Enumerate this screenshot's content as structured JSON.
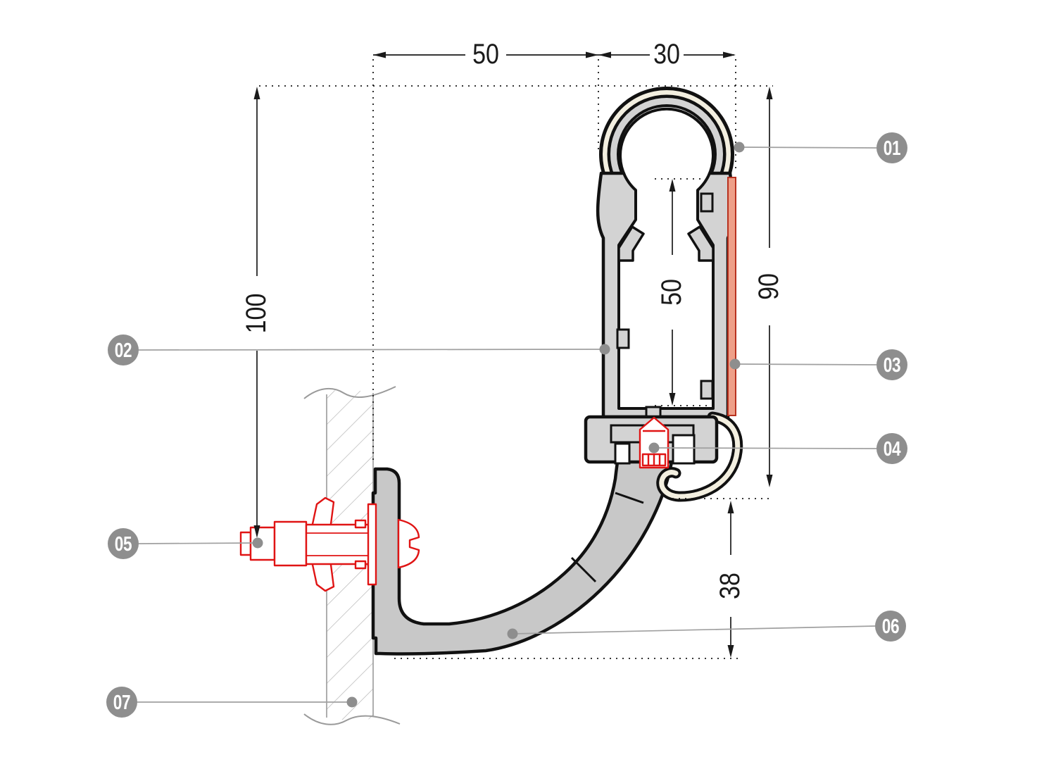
{
  "diagram": {
    "title": "handrail-profile-cross-section",
    "dimensions": {
      "top_width": "50",
      "top_right_width": "30",
      "height_left": "100",
      "inner_height": "50",
      "height_right": "90",
      "offset_bottom": "38"
    },
    "callouts": [
      {
        "id": "01"
      },
      {
        "id": "02"
      },
      {
        "id": "03"
      },
      {
        "id": "04"
      },
      {
        "id": "05"
      },
      {
        "id": "06"
      },
      {
        "id": "07"
      }
    ],
    "colors": {
      "line_black": "#111111",
      "profile_gray": "#d3d3d3",
      "bracket_gray": "#c8c8c8",
      "cream": "#f3efe0",
      "insert_pink": "#ee9f88",
      "insert_pink_edge": "#b8311f",
      "accent_red": "#e01414",
      "badge_gray": "#8e8e8e",
      "leader_gray": "#a0a0a0",
      "hatch_gray": "#b5b5b5",
      "wall_edge_gray": "#9a9a9a"
    }
  }
}
